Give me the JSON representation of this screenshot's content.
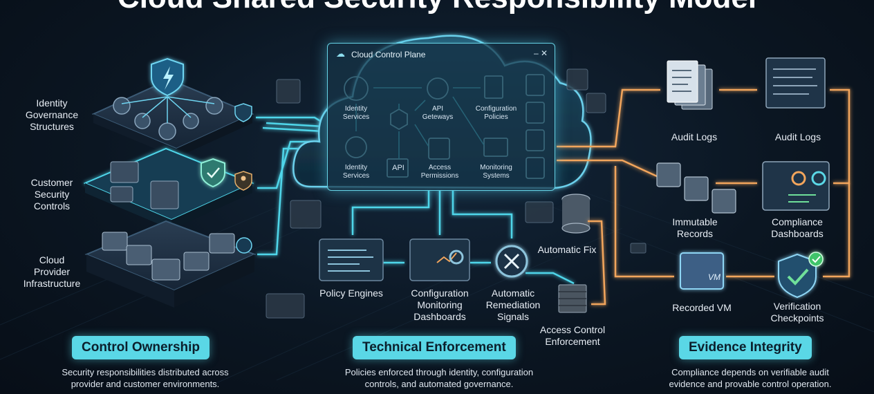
{
  "title": "Cloud Shared Security Responsibility Model",
  "left_labels": {
    "identity": [
      "Identity",
      "Governance",
      "Structures"
    ],
    "customer": [
      "Customer",
      "Security",
      "Controls"
    ],
    "provider": [
      "Cloud",
      "Provider",
      "Infrastructure"
    ]
  },
  "window": {
    "title": "Cloud Control Plane",
    "controls": "– ✕",
    "items": {
      "identity1": [
        "Identity",
        "Services"
      ],
      "api": [
        "API",
        "Geteways"
      ],
      "config": [
        "Configuration",
        "Policies"
      ],
      "identity2": [
        "Identity",
        "Services"
      ],
      "api_box": "API",
      "access": [
        "Access",
        "Permissions"
      ],
      "monitoring": [
        "Monitoring",
        "Systems"
      ]
    }
  },
  "middle_labels": {
    "policy_engines": "Policy Engines",
    "config_dash": [
      "Configuration",
      "Monitoring",
      "Dashboards"
    ],
    "remediation": [
      "Automatic",
      "Remediation",
      "Signals"
    ],
    "auto_fix": "Automatic Fix",
    "access_control": [
      "Access Control",
      "Enforcement"
    ]
  },
  "right_labels": {
    "audit1": "Audit Logs",
    "audit2": "Audit Logs",
    "immutable": [
      "Immutable",
      "Records"
    ],
    "compliance": [
      "Compliance",
      "Dashboards"
    ],
    "recorded_vm": "Recorded VM",
    "verification": [
      "Verification",
      "Checkpoints"
    ],
    "vm_text": "VM"
  },
  "sections": [
    {
      "pill": "Control Ownership",
      "desc": [
        "Security responsibilities distributed across",
        "provider and customer environments."
      ]
    },
    {
      "pill": "Technical Enforcement",
      "desc": [
        "Policies enforced through identity, configuration",
        "controls, and automated governance."
      ]
    },
    {
      "pill": "Evidence Integrity",
      "desc": [
        "Compliance depends on verifiable audit",
        "evidence and provable control operation."
      ]
    }
  ],
  "colors": {
    "cyan": "#4fd6ea",
    "orange": "#f2a55c",
    "pill": "#5ad7e6",
    "bg": "#0b1622"
  }
}
